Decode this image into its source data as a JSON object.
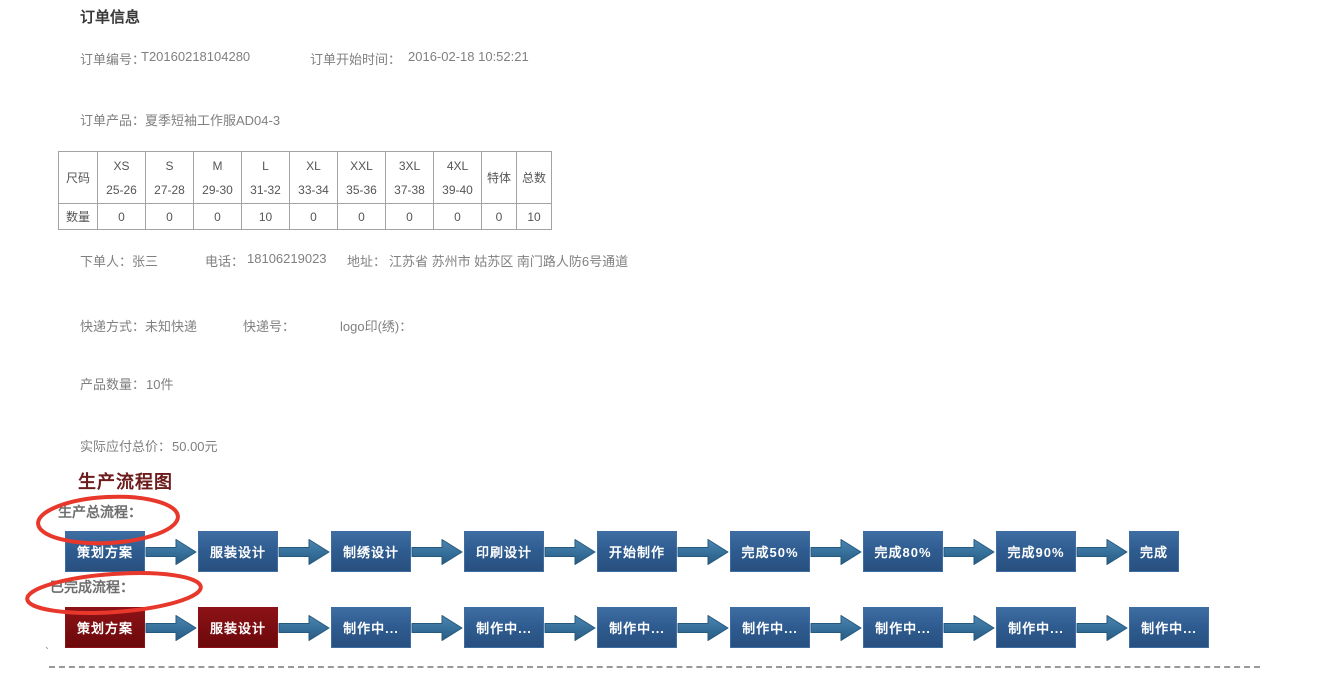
{
  "page": {
    "title": "订单信息"
  },
  "order": {
    "number_label": "订单编号：",
    "number": "T20160218104280",
    "start_time_label": "订单开始时间：",
    "start_time": "2016-02-18 10:52:21",
    "product_label": "订单产品：",
    "product": "夏季短袖工作服AD04-3",
    "buyer_label": "下单人：",
    "buyer": "张三",
    "phone_label": "电话：",
    "phone": "18106219023",
    "address_label": "地址：",
    "address": "江苏省 苏州市 姑苏区 南门路人防6号通道",
    "express_label": "快递方式：",
    "express": "未知快递",
    "tracking_label": "快递号：",
    "tracking": "",
    "logo_label": "logo印(绣)：",
    "logo": "",
    "quantity_label": "产品数量：",
    "quantity": "10件",
    "total_label": "实际应付总价：",
    "total": "50.00元"
  },
  "size_table": {
    "row_header": "尺码",
    "qty_header": "数量",
    "columns": [
      {
        "size": "XS",
        "range": "25-26",
        "qty": "0"
      },
      {
        "size": "S",
        "range": "27-28",
        "qty": "0"
      },
      {
        "size": "M",
        "range": "29-30",
        "qty": "0"
      },
      {
        "size": "L",
        "range": "31-32",
        "qty": "10"
      },
      {
        "size": "XL",
        "range": "33-34",
        "qty": "0"
      },
      {
        "size": "XXL",
        "range": "35-36",
        "qty": "0"
      },
      {
        "size": "3XL",
        "range": "37-38",
        "qty": "0"
      },
      {
        "size": "4XL",
        "range": "39-40",
        "qty": "0"
      },
      {
        "size": "特体",
        "range": "",
        "qty": "0"
      },
      {
        "size": "总数",
        "range": "",
        "qty": "10"
      }
    ]
  },
  "flow": {
    "title": "生产流程图",
    "rows": [
      {
        "label": "生产总流程：",
        "steps": [
          {
            "label": "策划方案",
            "style": "blue"
          },
          {
            "label": "服装设计",
            "style": "blue"
          },
          {
            "label": "制绣设计",
            "style": "blue"
          },
          {
            "label": "印刷设计",
            "style": "blue"
          },
          {
            "label": "开始制作",
            "style": "blue"
          },
          {
            "label": "完成50%",
            "style": "blue"
          },
          {
            "label": "完成80%",
            "style": "blue"
          },
          {
            "label": "完成90%",
            "style": "blue"
          },
          {
            "label": "完成",
            "style": "blue",
            "width": 50
          }
        ]
      },
      {
        "label": "已完成流程：",
        "steps": [
          {
            "label": "策划方案",
            "style": "maroon"
          },
          {
            "label": "服装设计",
            "style": "maroon"
          },
          {
            "label": "制作中...",
            "style": "blue"
          },
          {
            "label": "制作中...",
            "style": "blue"
          },
          {
            "label": "制作中...",
            "style": "blue"
          },
          {
            "label": "制作中...",
            "style": "blue"
          },
          {
            "label": "制作中...",
            "style": "blue"
          },
          {
            "label": "制作中...",
            "style": "blue"
          },
          {
            "label": "制作中...",
            "style": "blue"
          }
        ]
      }
    ]
  },
  "misc": {
    "stray_mark": "`"
  },
  "colors": {
    "box-blue": "#2e5b8f",
    "box-maroon": "#7a0d10",
    "arrow-blue": "#36719c",
    "annotation-red": "#e8382b",
    "flow-title": "#6d1c1c",
    "text-gray": "#808080",
    "table-border": "#a3a3a3"
  }
}
